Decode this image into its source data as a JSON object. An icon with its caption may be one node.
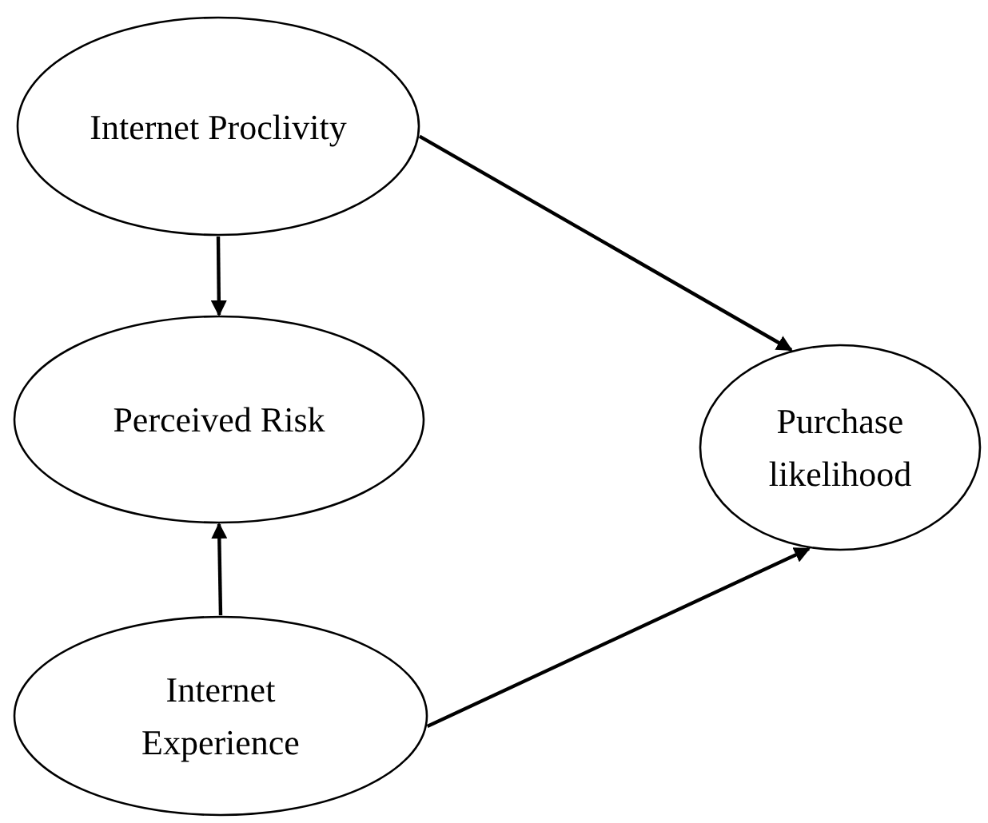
{
  "diagram": {
    "nodes": [
      {
        "text": [
          "Internet Proclivity"
        ]
      },
      {
        "text": [
          "Perceived Risk"
        ]
      },
      {
        "text": [
          "Purchase likelihood"
        ]
      },
      {
        "text": [
          "Internet Experience"
        ]
      }
    ],
    "edges": [
      {
        "from": 0,
        "to": 2,
        "arrow": "to"
      },
      {
        "from": 0,
        "to": 1,
        "arrow": "to"
      },
      {
        "from": 3,
        "to": 1,
        "arrow": "to"
      },
      {
        "from": 3,
        "to": 2,
        "arrow": "to"
      }
    ]
  }
}
